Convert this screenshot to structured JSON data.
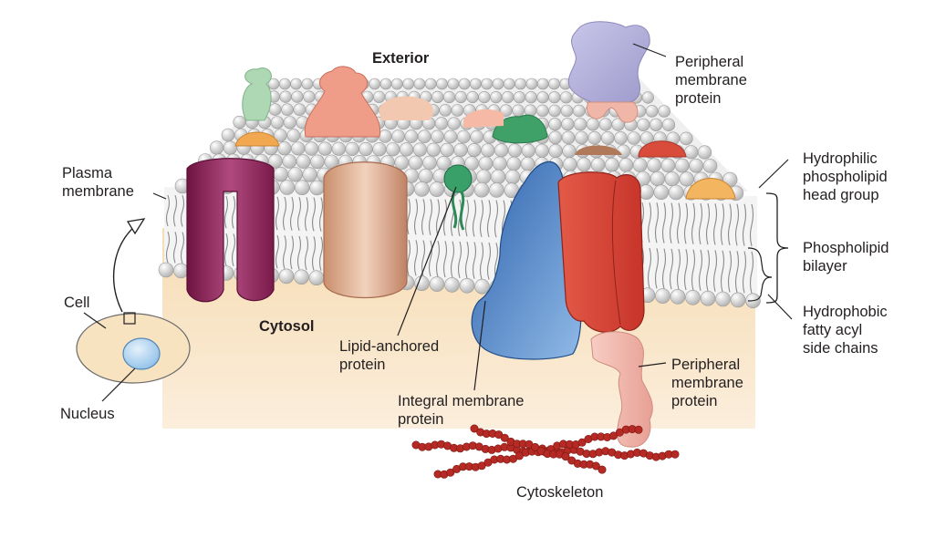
{
  "labels": {
    "exterior": "Exterior",
    "cytosol": "Cytosol",
    "plasma_membrane": [
      "Plasma",
      "membrane"
    ],
    "cell": "Cell",
    "nucleus": "Nucleus",
    "lipid_anchored": [
      "Lipid-anchored",
      "protein"
    ],
    "integral": [
      "Integral membrane",
      "protein"
    ],
    "peripheral_top": [
      "Peripheral",
      "membrane",
      "protein"
    ],
    "peripheral_bottom": [
      "Peripheral",
      "membrane",
      "protein"
    ],
    "hydrophilic": [
      "Hydrophilic",
      "phospholipid",
      "head group"
    ],
    "bilayer": [
      "Phospholipid",
      "bilayer"
    ],
    "hydrophobic": [
      "Hydrophobic",
      "fatty acyl",
      "side chains"
    ],
    "cytoskeleton": "Cytoskeleton"
  },
  "colors": {
    "head_group": "#e6e6e6",
    "cytosol_bg": "#f8e3c1",
    "channel_protein": "#8c1f55",
    "barrel_protein": "#d8a88a",
    "integral_protein": "#3b74b8",
    "red_protein": "#d94b3b",
    "peripheral_top": "#b9b6df",
    "peripheral_bottom": "#f3bcb2",
    "lipid_anchor": "#2e8b57",
    "cytoskeleton": "#b52a24"
  }
}
